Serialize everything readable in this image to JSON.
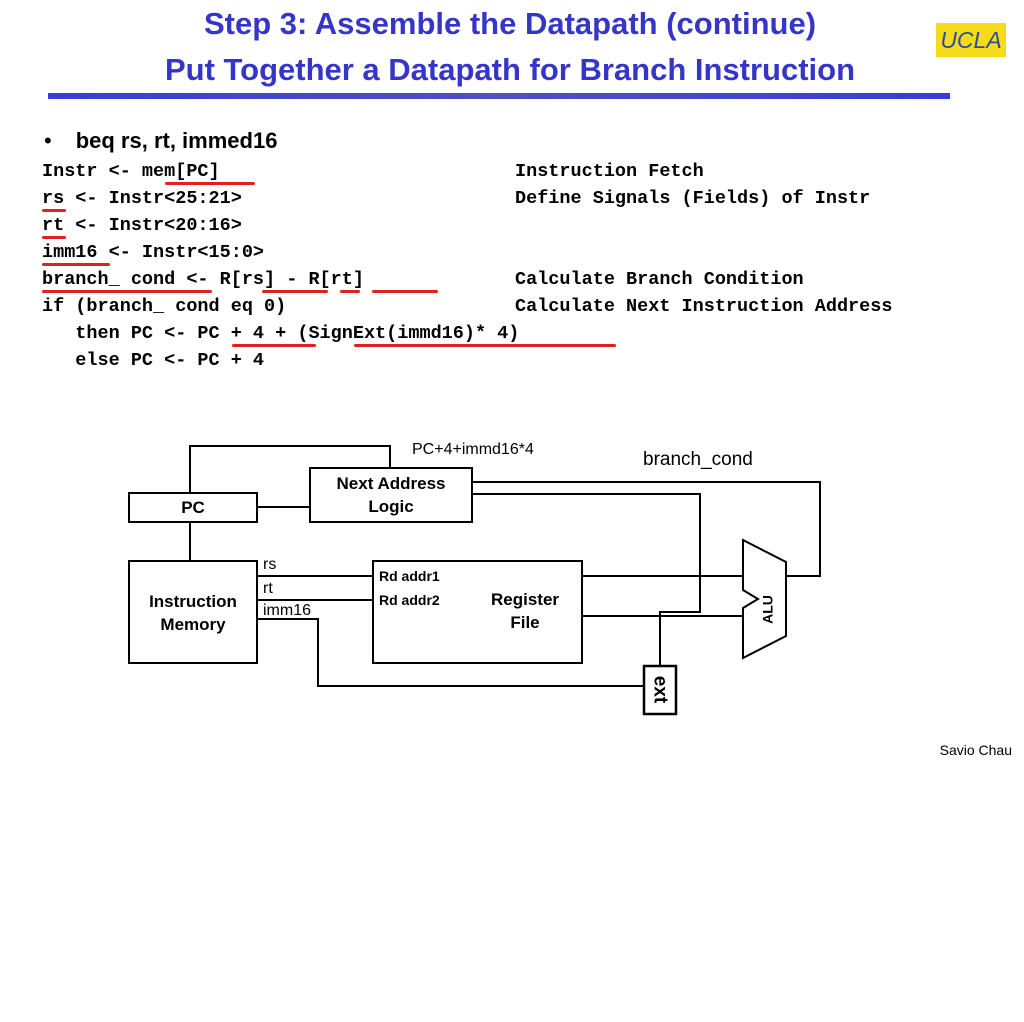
{
  "header": {
    "title_line1": "Step 3: Assemble the Datapath (continue)",
    "title_line2": "Put Together a Datapath for Branch Instruction",
    "logo_text": "UCLA"
  },
  "bullet": "beq rs, rt, immed16",
  "code_lines": [
    {
      "left": "Instr <- mem[PC]",
      "right": "Instruction Fetch"
    },
    {
      "left": "rs <- Instr<25:21>",
      "right": "Define Signals (Fields) of Instr"
    },
    {
      "left": "rt <- Instr<20:16>",
      "right": ""
    },
    {
      "left": "imm16 <- Instr<15:0>",
      "right": ""
    },
    {
      "left": "branch_ cond <- R[rs] - R[rt]",
      "right": "Calculate Branch Condition"
    },
    {
      "left": "if (branch_ cond eq 0)",
      "right": "Calculate Next Instruction Address"
    },
    {
      "left": "   then PC <- PC + 4 + (SignExt(immd16)* 4)",
      "right": ""
    },
    {
      "left": "   else PC <- PC + 4",
      "right": ""
    }
  ],
  "diagram": {
    "pc_label": "PC",
    "next_address_logic": "Next Address Logic",
    "instruction_memory": "Instruction Memory",
    "register_file": "Register File",
    "alu_label": "ALU",
    "ext_label": "ext",
    "rd_addr1": "Rd addr1",
    "rd_addr2": "Rd addr2",
    "sig_rs": "rs",
    "sig_rt": "rt",
    "sig_imm16": "imm16",
    "sig_pc4": "PC+4+immd16*4",
    "sig_branch_cond": "branch_cond"
  },
  "footer": {
    "author": "Savio Chau"
  },
  "colors": {
    "title": "#3535c8",
    "rule": "#3b3bd6",
    "underline": "#e22020",
    "logo_bg": "#f6dc18"
  }
}
